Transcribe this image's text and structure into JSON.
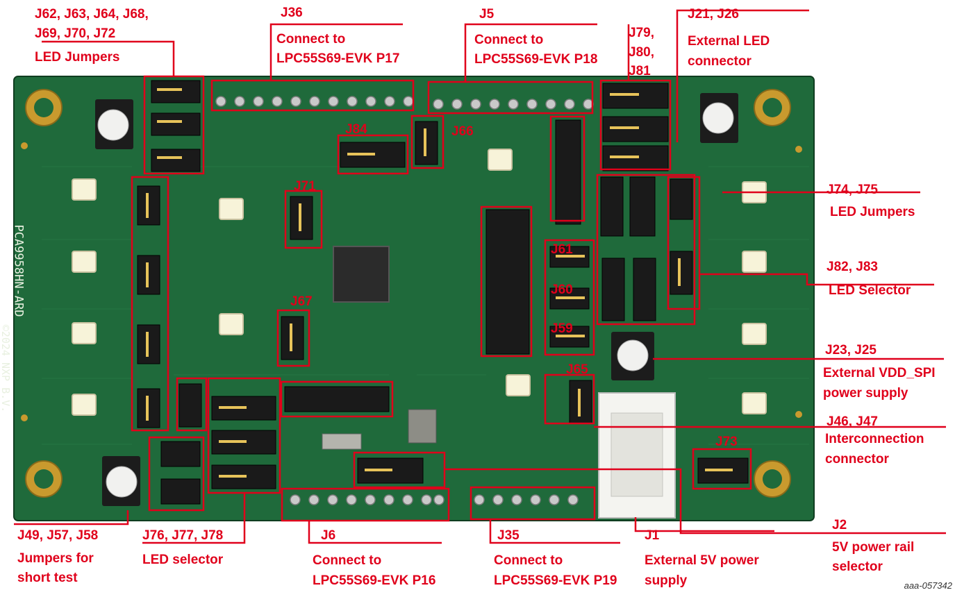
{
  "figure_id": "aaa-057342",
  "colors": {
    "callout": "#e0001b",
    "pcb": "#1f6a3b",
    "pcb_dark": "#155a2f",
    "silkscreen": "#e8f0e0",
    "gold": "#c99a2e"
  },
  "board": {
    "side_text": "PCA9958HN-ARD",
    "copyright": "©2024 NXP B.V."
  },
  "callouts": {
    "led_jumpers_top": {
      "id": "J62, J63, J64, J68,",
      "id2": "J69, J70, J72",
      "desc": "LED Jumpers"
    },
    "j36": {
      "id": "J36",
      "desc": "Connect to",
      "desc2": "LPC55S69-EVK P17"
    },
    "j5": {
      "id": "J5",
      "desc": "Connect to",
      "desc2": "LPC55S69-EVK P18"
    },
    "j79": {
      "id": "J79,",
      "id2": "J80,",
      "id3": "J81"
    },
    "j21": {
      "id": "J21, J26",
      "desc": "External LED",
      "desc2": "connector"
    },
    "j84": {
      "id": "J84"
    },
    "j66": {
      "id": "J66"
    },
    "j71": {
      "id": "J71"
    },
    "j67": {
      "id": "J67"
    },
    "j74": {
      "id": "J74, J75",
      "desc": "LED Jumpers"
    },
    "j82": {
      "id": "J82, J83",
      "desc": "LED Selector"
    },
    "j61": {
      "id": "J61"
    },
    "j60": {
      "id": "J60"
    },
    "j59": {
      "id": "J59"
    },
    "j65": {
      "id": "J65"
    },
    "j23": {
      "id": "J23, J25",
      "desc": "External VDD_SPI",
      "desc2": "power supply"
    },
    "j46": {
      "id": "J46, J47",
      "desc": "Interconnection",
      "desc2": "connector"
    },
    "j73": {
      "id": "J73"
    },
    "j49": {
      "id": "J49, J57, J58",
      "desc": "Jumpers for",
      "desc2": "short test"
    },
    "j76": {
      "id": "J76, J77, J78",
      "desc": "LED selector"
    },
    "j6": {
      "id": "J6",
      "desc": "Connect to",
      "desc2": "LPC55S69-EVK P16"
    },
    "j35": {
      "id": "J35",
      "desc": "Connect to",
      "desc2": "LPC55S69-EVK P19"
    },
    "j1": {
      "id": "J1",
      "desc": "External 5V power",
      "desc2": "supply"
    },
    "j2": {
      "id": "J2",
      "desc": "5V power rail",
      "desc2": "selector"
    }
  }
}
